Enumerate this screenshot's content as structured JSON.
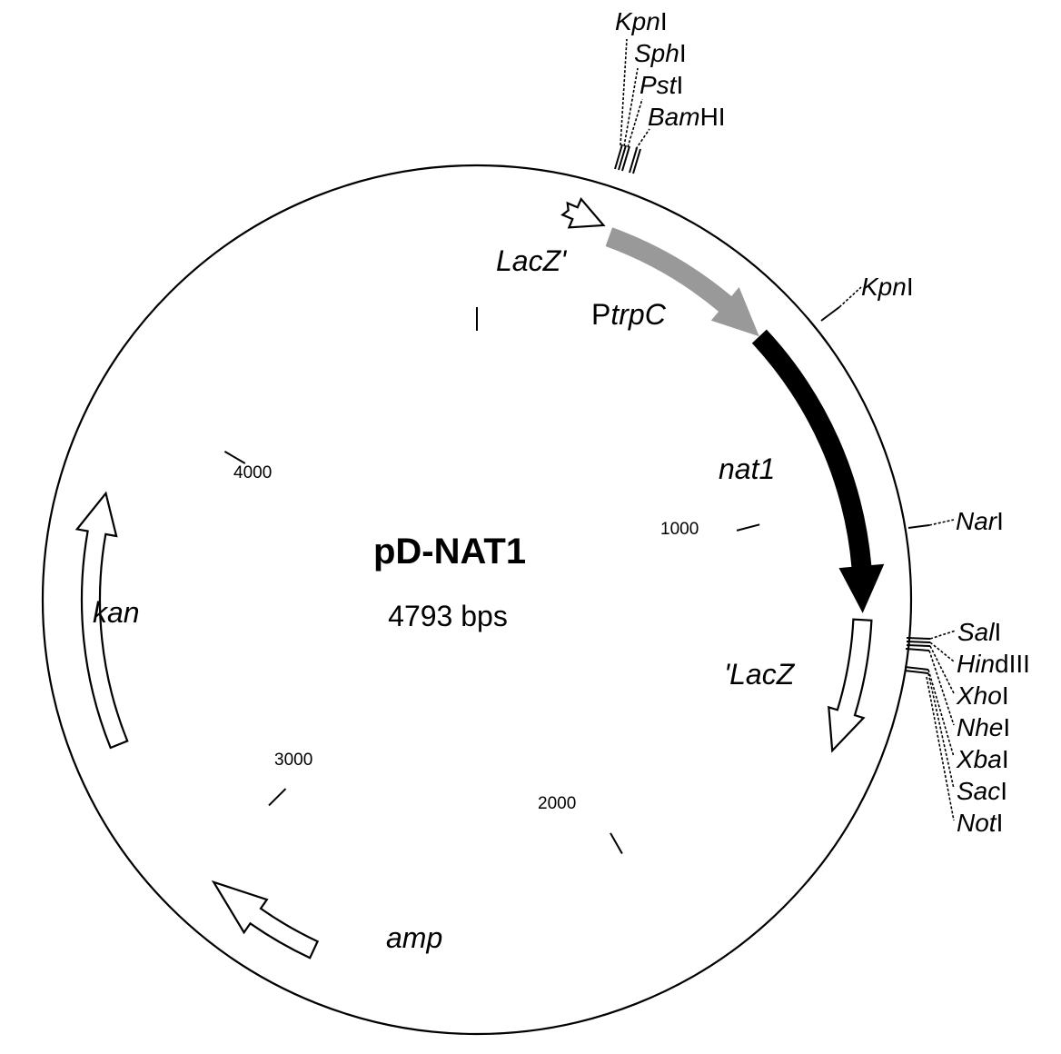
{
  "plasmid": {
    "name": "pD-NAT1",
    "size_label": "4793 bps",
    "total_bp": 4793
  },
  "ticks": [
    {
      "bp": 0,
      "label": ""
    },
    {
      "bp": 1000,
      "label": "1000"
    },
    {
      "bp": 2000,
      "label": "2000"
    },
    {
      "bp": 3000,
      "label": "3000"
    },
    {
      "bp": 4000,
      "label": "4000"
    }
  ],
  "features": {
    "lacz_n": {
      "label": "LacZ'"
    },
    "ptrpc": {
      "prefix": "P",
      "gene": "trpC",
      "color": "#999999"
    },
    "nat1": {
      "label": "nat1",
      "color": "#000000"
    },
    "lacz_c": {
      "label": "'LacZ"
    },
    "amp": {
      "label": "amp"
    },
    "kan": {
      "label": "kan"
    }
  },
  "sites": {
    "mcs1": [
      {
        "it": "Kpn",
        "rest": "I"
      },
      {
        "it": "Sph",
        "rest": "I"
      },
      {
        "it": "Pst",
        "rest": "I"
      },
      {
        "it": "Bam",
        "rest": "HI"
      }
    ],
    "kpn2": {
      "it": "Kpn",
      "rest": "I"
    },
    "nar": {
      "it": "Nar",
      "rest": "I"
    },
    "mcs2": [
      {
        "it": "Sal",
        "rest": "I"
      },
      {
        "it": "Hin",
        "rest": "dIII"
      },
      {
        "it": "Xho",
        "rest": "I"
      },
      {
        "it": "Nhe",
        "rest": "I"
      },
      {
        "it": "Xba",
        "rest": "I"
      },
      {
        "it": "Sac",
        "rest": "I"
      },
      {
        "it": "Not",
        "rest": "I"
      }
    ]
  }
}
